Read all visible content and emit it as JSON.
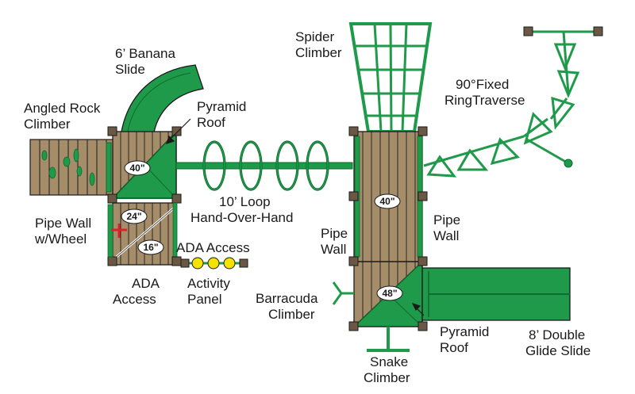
{
  "colors": {
    "green": "#1f9a4a",
    "dark_green": "#0f6b30",
    "wood": "#a58d6a",
    "post": "#6b5844",
    "outline": "#1a1a1a",
    "yellow": "#f5e200",
    "red": "#d8242b",
    "white": "#ffffff"
  },
  "labels": {
    "banana_slide": [
      "6’ Banana",
      "Slide"
    ],
    "rock_climber": [
      "Angled Rock",
      "Climber"
    ],
    "pyramid_roof_left": [
      "Pyramid",
      "Roof"
    ],
    "loop_hand_over_hand": [
      "10’ Loop",
      "Hand-Over-Hand"
    ],
    "pipe_wall_wheel": [
      "Pipe Wall",
      "w/Wheel"
    ],
    "ada_access_right": "ADA Access",
    "ada_access_left": [
      "ADA",
      "Access"
    ],
    "activity_panel": [
      "Activity",
      "Panel"
    ],
    "spider_climber": [
      "Spider",
      "Climber"
    ],
    "ring_traverse": [
      "90°Fixed",
      "RingTraverse"
    ],
    "pipe_wall_left": [
      "Pipe",
      "Wall"
    ],
    "pipe_wall_right": [
      "Pipe",
      "Wall"
    ],
    "barracuda_climber": [
      "Barracuda",
      "Climber"
    ],
    "pyramid_roof_right": [
      "Pyramid",
      "Roof"
    ],
    "double_glide_slide": [
      "8’ Double",
      "Glide Slide"
    ],
    "snake_climber": [
      "Snake",
      "Climber"
    ]
  },
  "heights": {
    "left_deck": "40\"",
    "step_upper": "24\"",
    "step_lower": "16\"",
    "right_deck_upper": "40\"",
    "right_deck_lower": "48\""
  }
}
